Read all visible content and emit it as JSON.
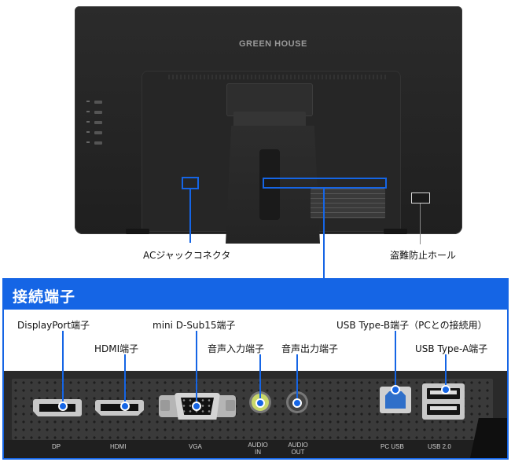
{
  "monitor": {
    "brand": "GREEN HOUSE",
    "callouts": {
      "ac_connector": "ACジャックコネクタ",
      "security_hole": "盗難防止ホール"
    }
  },
  "panel": {
    "title": "接続端子",
    "ports": [
      {
        "label": "DisplayPort端子",
        "code": "DP"
      },
      {
        "label": "HDMI端子",
        "code": "HDMI"
      },
      {
        "label": "mini D-Sub15端子",
        "code": "VGA"
      },
      {
        "label": "音声入力端子",
        "code": "AUDIO IN"
      },
      {
        "label": "音声出力端子",
        "code": "AUDIO OUT"
      },
      {
        "label": "USB Type-B端子（PCとの接続用）",
        "code": "PC USB"
      },
      {
        "label": "USB Type-A端子",
        "code": "USB 2.0"
      }
    ]
  },
  "colors": {
    "accent": "#1565e5",
    "monitor_body": "#262626",
    "audio_in_jack": "#c9d86a",
    "usb_b_insert": "#2f6fc9"
  }
}
